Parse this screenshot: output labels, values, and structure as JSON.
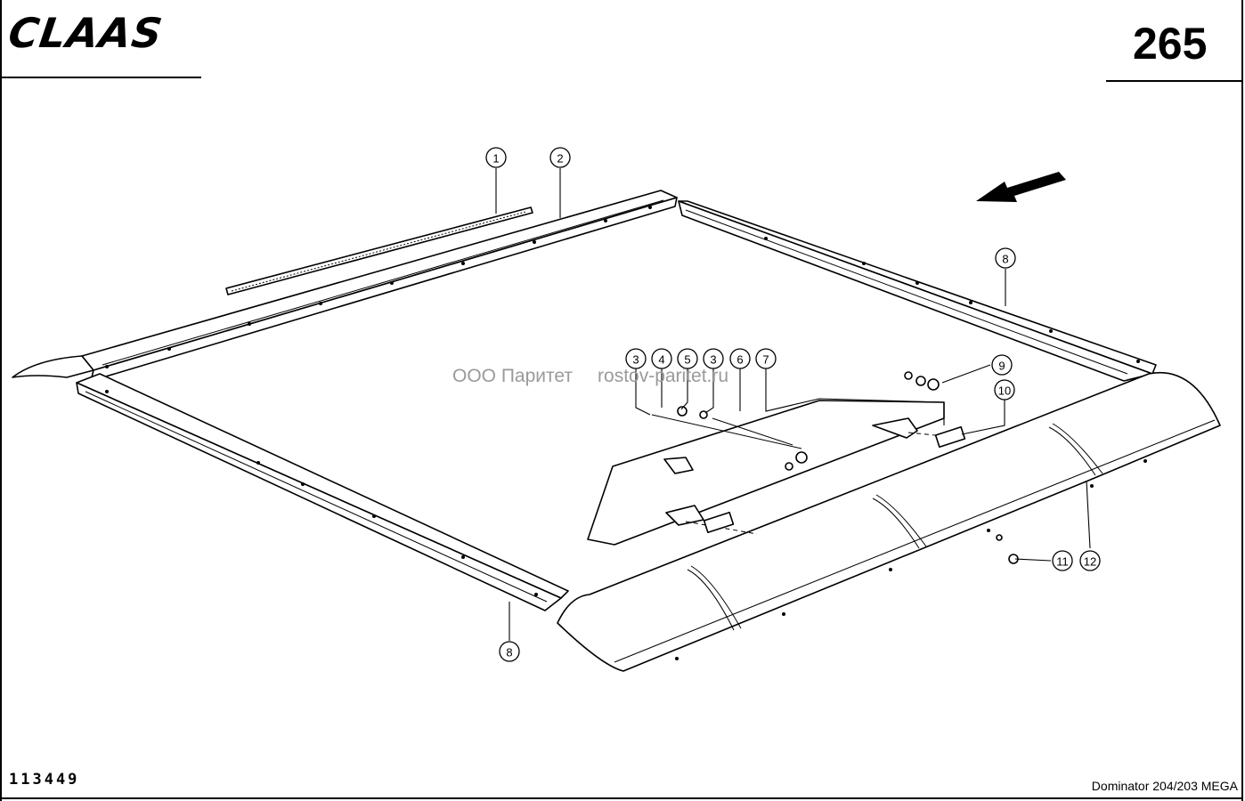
{
  "header": {
    "brand": "CLAAS",
    "page_number": "265"
  },
  "footer": {
    "drawing_number": "113449",
    "model": "Dominator 204/203 MEGA"
  },
  "watermark": {
    "company": "ООО Паритет",
    "site": "rostov-paritet.ru"
  },
  "callouts": [
    "1",
    "2",
    "3",
    "4",
    "5",
    "3",
    "6",
    "7",
    "8",
    "9",
    "10",
    "8",
    "11",
    "12"
  ]
}
